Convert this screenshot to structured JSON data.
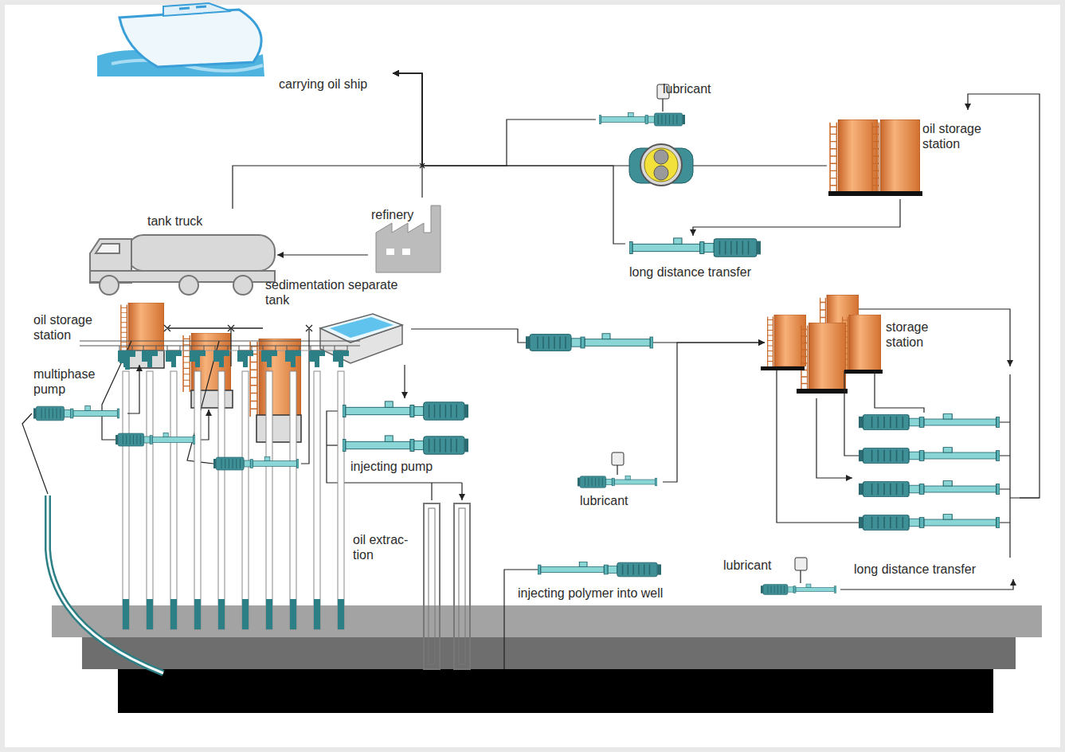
{
  "diagram": {
    "nodes": [
      {
        "text": [
          "carrying oil ship"
        ]
      },
      {
        "text": [
          "lubricant"
        ]
      },
      {
        "text": [
          "oil storage station"
        ]
      },
      {
        "text": [
          "tank truck"
        ]
      },
      {
        "text": [
          "refinery"
        ]
      },
      {
        "text": [
          "long distance transfer"
        ]
      },
      {
        "text": [
          "sedimentation separate tank"
        ]
      },
      {
        "text": [
          "oil storage station"
        ]
      },
      {
        "text": [
          "multiphase pump"
        ]
      },
      {
        "text": [
          "storage station"
        ]
      },
      {
        "text": [
          "injecting pump"
        ]
      },
      {
        "text": [
          "lubricant"
        ]
      },
      {
        "text": [
          "oil extrac- tion"
        ]
      },
      {
        "text": [
          "lubricant"
        ]
      },
      {
        "text": [
          "long distance transfer"
        ]
      },
      {
        "text": [
          "injecting polymer into well"
        ]
      }
    ],
    "edges": [
      {
        "from": 3,
        "to": 0,
        "arrow": "to"
      },
      {
        "from": 4,
        "to": 0,
        "arrow": "to"
      },
      {
        "from": 4,
        "to": 3,
        "arrow": "to"
      },
      {
        "from": 1,
        "to": 0,
        "arrow": "to"
      },
      {
        "from": 2,
        "to": 5,
        "arrow": "to"
      },
      {
        "from": 5,
        "to": 0,
        "arrow": "to"
      },
      {
        "from": 2,
        "to": 0,
        "arrow": "to"
      },
      {
        "from": 8,
        "to": 7,
        "arrow": "to"
      },
      {
        "from": 7,
        "to": 6,
        "arrow": "none"
      },
      {
        "from": 6,
        "to": 10,
        "arrow": "to"
      },
      {
        "from": 6,
        "to": 9,
        "arrow": "to"
      },
      {
        "from": 11,
        "to": 9,
        "arrow": "to"
      },
      {
        "from": 9,
        "to": 14,
        "arrow": "to"
      },
      {
        "from": 14,
        "to": 2,
        "arrow": "to"
      },
      {
        "from": 13,
        "to": 14,
        "arrow": "to"
      }
    ]
  }
}
